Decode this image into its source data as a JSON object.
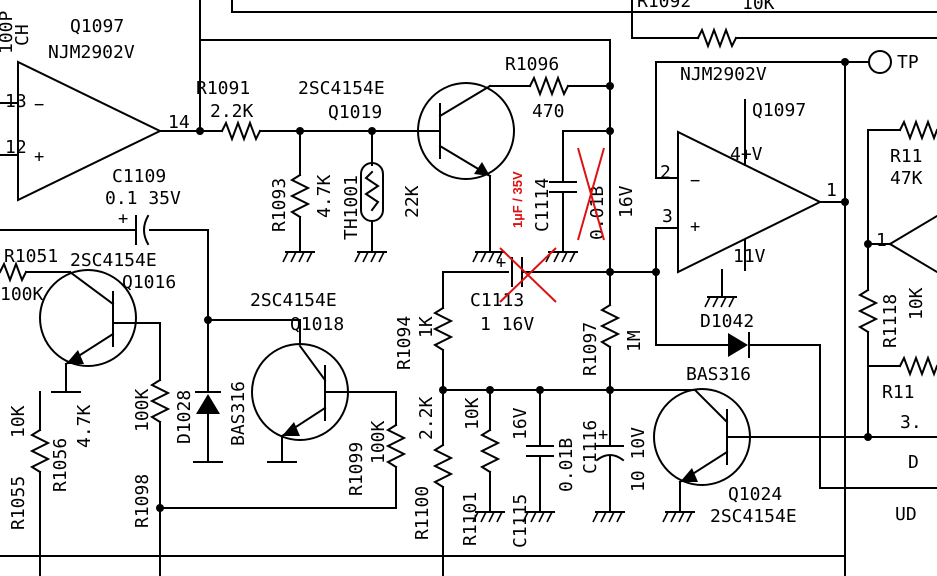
{
  "labels": {
    "q1097_top": "Q1097",
    "njm_top": "NJM2902V",
    "c_top_1": "100P",
    "c_top_2": "CH",
    "pin_13": "13",
    "pin_12": "12",
    "pin_14": "14",
    "r1091": "R1091",
    "r1091_v": "2.2K",
    "q1019_type": "2SC4154E",
    "q1019": "Q1019",
    "r1092": "R1092",
    "r1092_v": "10K",
    "r1096": "R1096",
    "r1096_v": "470",
    "tp": "TP",
    "njm_right": "NJM2902V",
    "q1097_right": "Q1097",
    "pin_4v": "4+V",
    "pin_2": "2",
    "pin_3": "3",
    "pin_11v": "11V",
    "pin_1": "1",
    "r1093": "R1093",
    "r1093_v": "4.7K",
    "th1001": "TH1001",
    "th1001_v": "22K",
    "c1114": "C1114",
    "c1114_v": "0.01B",
    "c1114_fix": "1µF / 35V",
    "v16_a": "16V",
    "c1109": "C1109",
    "c1109_v": "0.1 35V",
    "r1051": "R1051",
    "r1051_v": "100K",
    "q1016_type": "2SC4154E",
    "q1016": "Q1016",
    "c1113": "C1113",
    "c1113_v": "1 16V",
    "q1018_type": "2SC4154E",
    "q1018": "Q1018",
    "r1094": "R1094",
    "r1094_v": "1K",
    "r1097": "R1097",
    "r1097_v": "1M",
    "d1042": "D1042",
    "d1042_type": "BAS316",
    "r1098": "R1098",
    "r1098_v": "100K",
    "d1028": "D1028",
    "d1028_type": "BAS316",
    "r1099": "R1099",
    "r1099_v": "100K",
    "r1100": "R1100",
    "r1100_v": "2.2K",
    "r1101": "R1101",
    "r1101_v": "10K",
    "c1115": "C1115",
    "c1115_v": "16V",
    "c1116_v": "0.01B",
    "c1116": "C1116",
    "c1116_v2": "10 10V",
    "q1024": "Q1024",
    "q1024_type": "2SC4154E",
    "r1055": "R1055",
    "r1055_v": "10K",
    "r1056": "R1056",
    "r1056_v": "4.7K",
    "r11x_top": "R11",
    "r11x_top_v": "47K",
    "pin_1b": "1",
    "r1118": "R1118",
    "r1118_v": "10K",
    "r11x_mid": "R11",
    "r11x_mid_v": "3.",
    "d_edge": "D",
    "ud_edge": "UD"
  },
  "colors": {
    "line": "#000000",
    "correction": "#dd1111",
    "background": "#ffffff"
  }
}
